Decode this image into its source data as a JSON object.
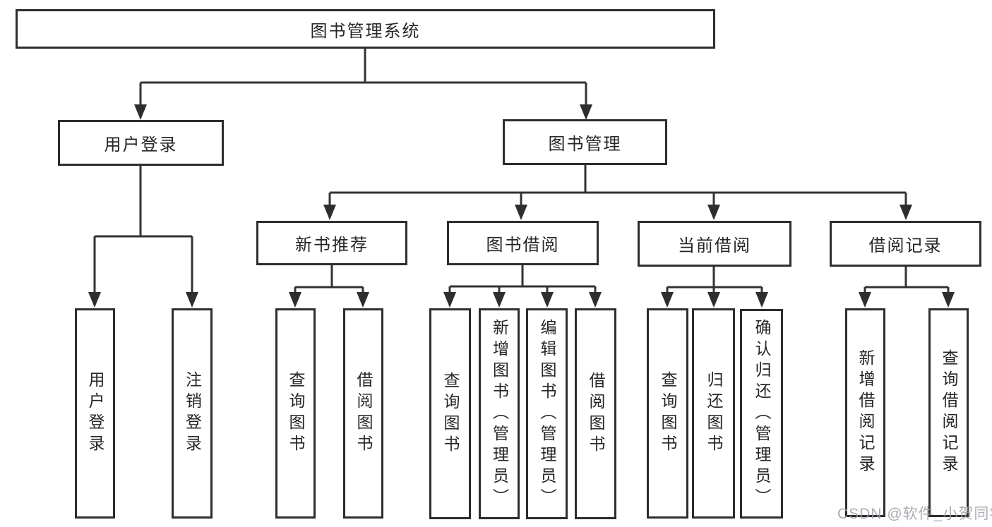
{
  "watermark": {
    "text": "CSDN @软件_小贺同学"
  },
  "colors": {
    "background": "#ffffff",
    "line": "#333333",
    "box_border": "#2d2d2d",
    "text": "#262626",
    "watermark": "#9ea2a8"
  },
  "tree": {
    "label": "图书管理系统",
    "children": [
      {
        "label": "用户登录",
        "children": [
          {
            "label": "用户登录"
          },
          {
            "label": "注销登录"
          }
        ]
      },
      {
        "label": "图书管理",
        "children": [
          {
            "label": "新书推荐",
            "children": [
              {
                "label": "查询图书"
              },
              {
                "label": "借阅图书"
              }
            ]
          },
          {
            "label": "图书借阅",
            "children": [
              {
                "label": "查询图书"
              },
              {
                "label": "新增图书（管理员）"
              },
              {
                "label": "编辑图书（管理员）"
              },
              {
                "label": "借阅图书"
              }
            ]
          },
          {
            "label": "当前借阅",
            "children": [
              {
                "label": "查询图书"
              },
              {
                "label": "归还图书"
              },
              {
                "label": "确认归还（管理员）"
              }
            ]
          },
          {
            "label": "借阅记录",
            "children": [
              {
                "label": "新增借阅记录"
              },
              {
                "label": "查询借阅记录"
              }
            ]
          }
        ]
      }
    ]
  }
}
